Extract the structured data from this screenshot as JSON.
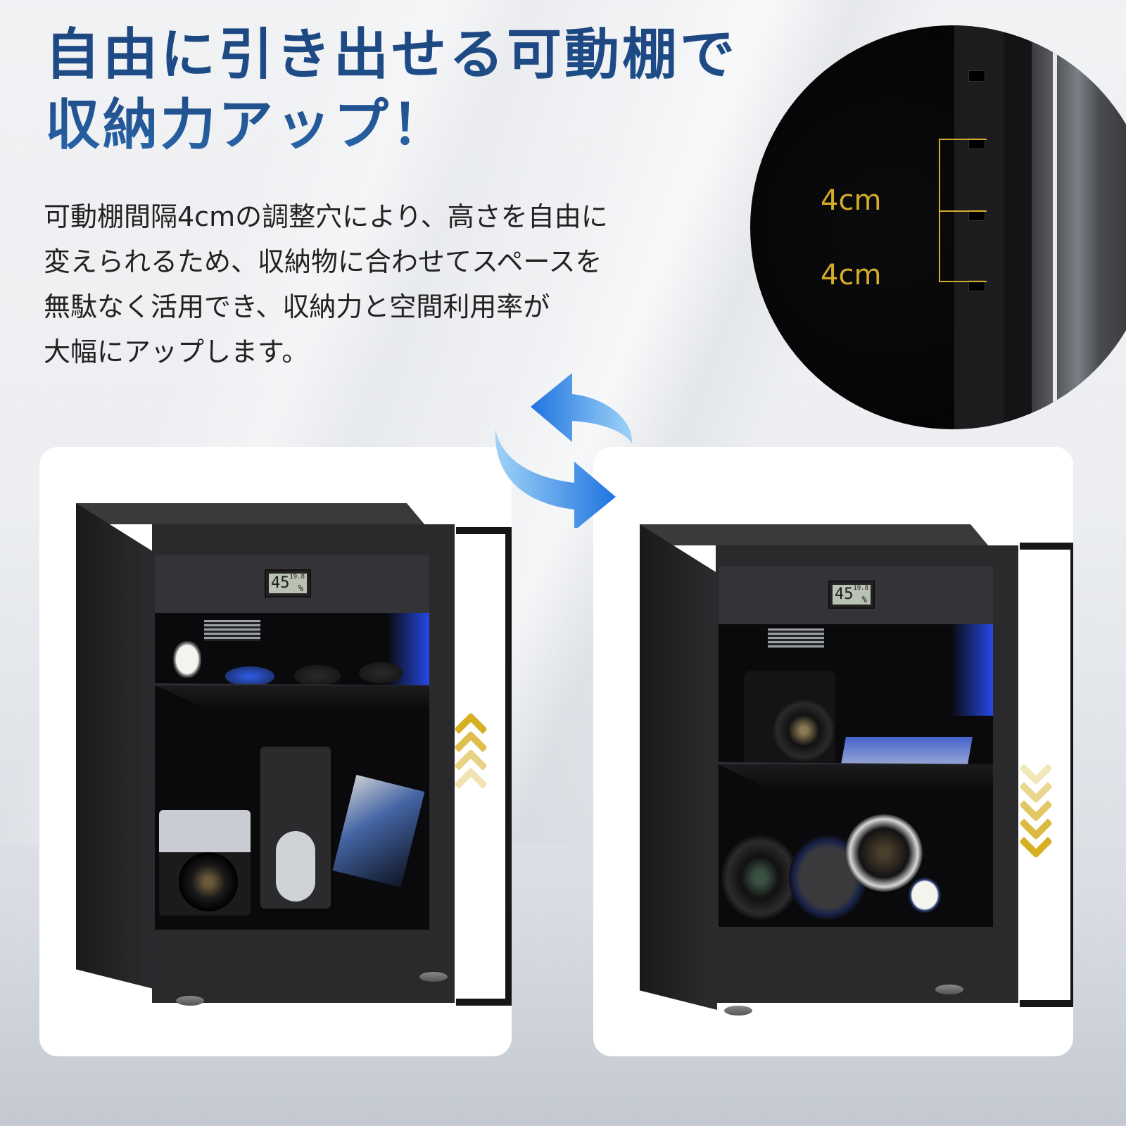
{
  "headline": {
    "line1": "自由に引き出せる可動棚で",
    "line2": "収納力アップ！",
    "color": "#1f4f8a"
  },
  "description": {
    "lines": [
      "可動棚間隔4cmの調整穴により、高さを自由に",
      "変えられるため、収納物に合わせてスペースを",
      "無駄なく活用でき、収納力と空間利用率が",
      "大幅にアップします。"
    ]
  },
  "detail_callout": {
    "measurements": [
      "4cm",
      "4cm"
    ],
    "accent_color": "#d4ac2a"
  },
  "swap_icon": {
    "name": "swap-arrows-icon",
    "color": "#2a85e6"
  },
  "cabinets": [
    {
      "position": "left",
      "hygrometer": {
        "humidity": "45",
        "temperature": "19.8",
        "unit": "%"
      },
      "shelf_direction": "up",
      "chevron_icon": "chevron-up-icon",
      "upper_shelf_items": [
        "pocket-hygrometer",
        "lens-filter",
        "lens-cap",
        "lens-cap"
      ],
      "lower_items": [
        "slr-film-camera",
        "twin-lens-reflex-camera",
        "cd-case"
      ]
    },
    {
      "position": "right",
      "hygrometer": {
        "humidity": "45",
        "temperature": "19.8",
        "unit": "%"
      },
      "shelf_direction": "down",
      "chevron_icon": "chevron-down-icon",
      "upper_shelf_items": [
        "dslr-camera",
        "cd-cases"
      ],
      "lower_items": [
        "zoom-lens",
        "zoom-lens-capped",
        "telephoto-lens",
        "pocket-hygrometer"
      ]
    }
  ]
}
